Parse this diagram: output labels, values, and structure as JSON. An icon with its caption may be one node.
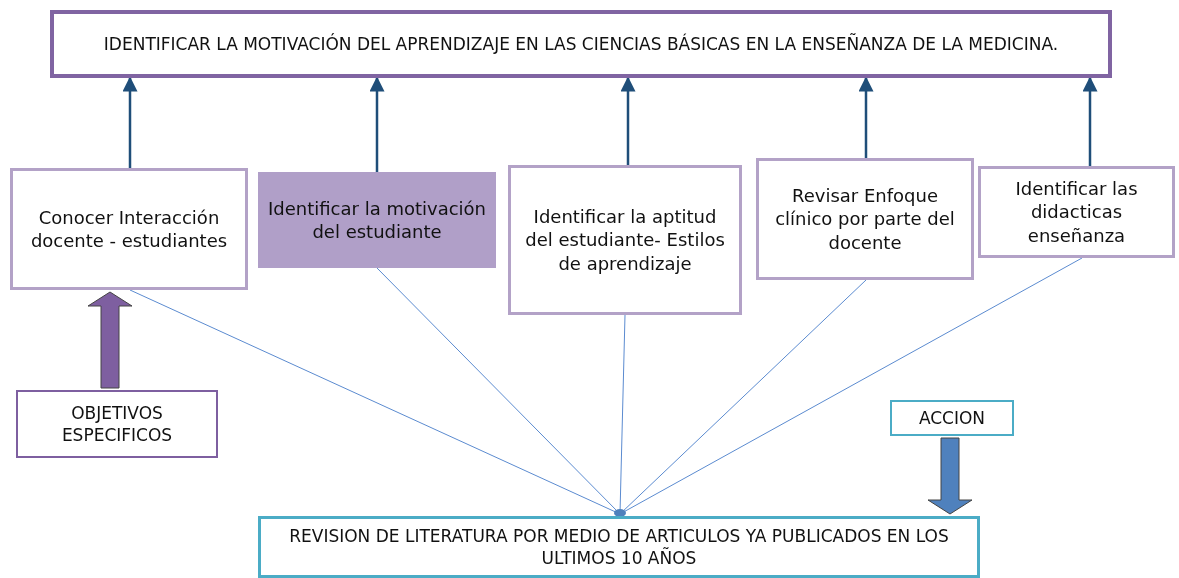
{
  "diagram": {
    "nodes": [
      {
        "text": [
          "IDENTIFICAR LA MOTIVACIÓN  DEL APRENDIZAJE EN LAS CIENCIAS BÁSICAS EN LA ENSEÑANZA DE LA MEDICINA."
        ]
      },
      {
        "text": [
          "Conocer Interacción docente - estudiantes"
        ]
      },
      {
        "text": [
          "Identificar la motivación del estudiante"
        ]
      },
      {
        "text": [
          "Identificar la aptitud del estudiante- Estilos de aprendizaje"
        ]
      },
      {
        "text": [
          "Revisar Enfoque clínico por parte del docente"
        ]
      },
      {
        "text": [
          "Identificar las didacticas enseñanza"
        ]
      },
      {
        "text": [
          "OBJETIVOS ESPECIFICOS"
        ]
      },
      {
        "text": [
          "ACCION"
        ]
      },
      {
        "text": [
          "REVISION DE LITERATURA POR MEDIO DE ARTICULOS YA PUBLICADOS EN LOS ULTIMOS 10 AÑOS"
        ]
      }
    ],
    "edges": [
      {
        "from": 1,
        "to": 0,
        "arrow": "to"
      },
      {
        "from": 2,
        "to": 0,
        "arrow": "to"
      },
      {
        "from": 3,
        "to": 0,
        "arrow": "to"
      },
      {
        "from": 4,
        "to": 0,
        "arrow": "to"
      },
      {
        "from": 5,
        "to": 0,
        "arrow": "to"
      },
      {
        "from": 8,
        "to": 1,
        "arrow": "none",
        "color": "#5b8bd0"
      },
      {
        "from": 8,
        "to": 2,
        "arrow": "none",
        "color": "#5b8bd0"
      },
      {
        "from": 8,
        "to": 3,
        "arrow": "none",
        "color": "#5b8bd0"
      },
      {
        "from": 8,
        "to": 4,
        "arrow": "none",
        "color": "#5b8bd0"
      },
      {
        "from": 8,
        "to": 5,
        "arrow": "none",
        "color": "#5b8bd0"
      },
      {
        "from": 6,
        "to": 1,
        "arrow": "to",
        "style": "thick",
        "color": "#7e5fa0"
      },
      {
        "from": 7,
        "to": 8,
        "arrow": "to",
        "style": "thick",
        "color": "#4f81bd"
      }
    ]
  }
}
